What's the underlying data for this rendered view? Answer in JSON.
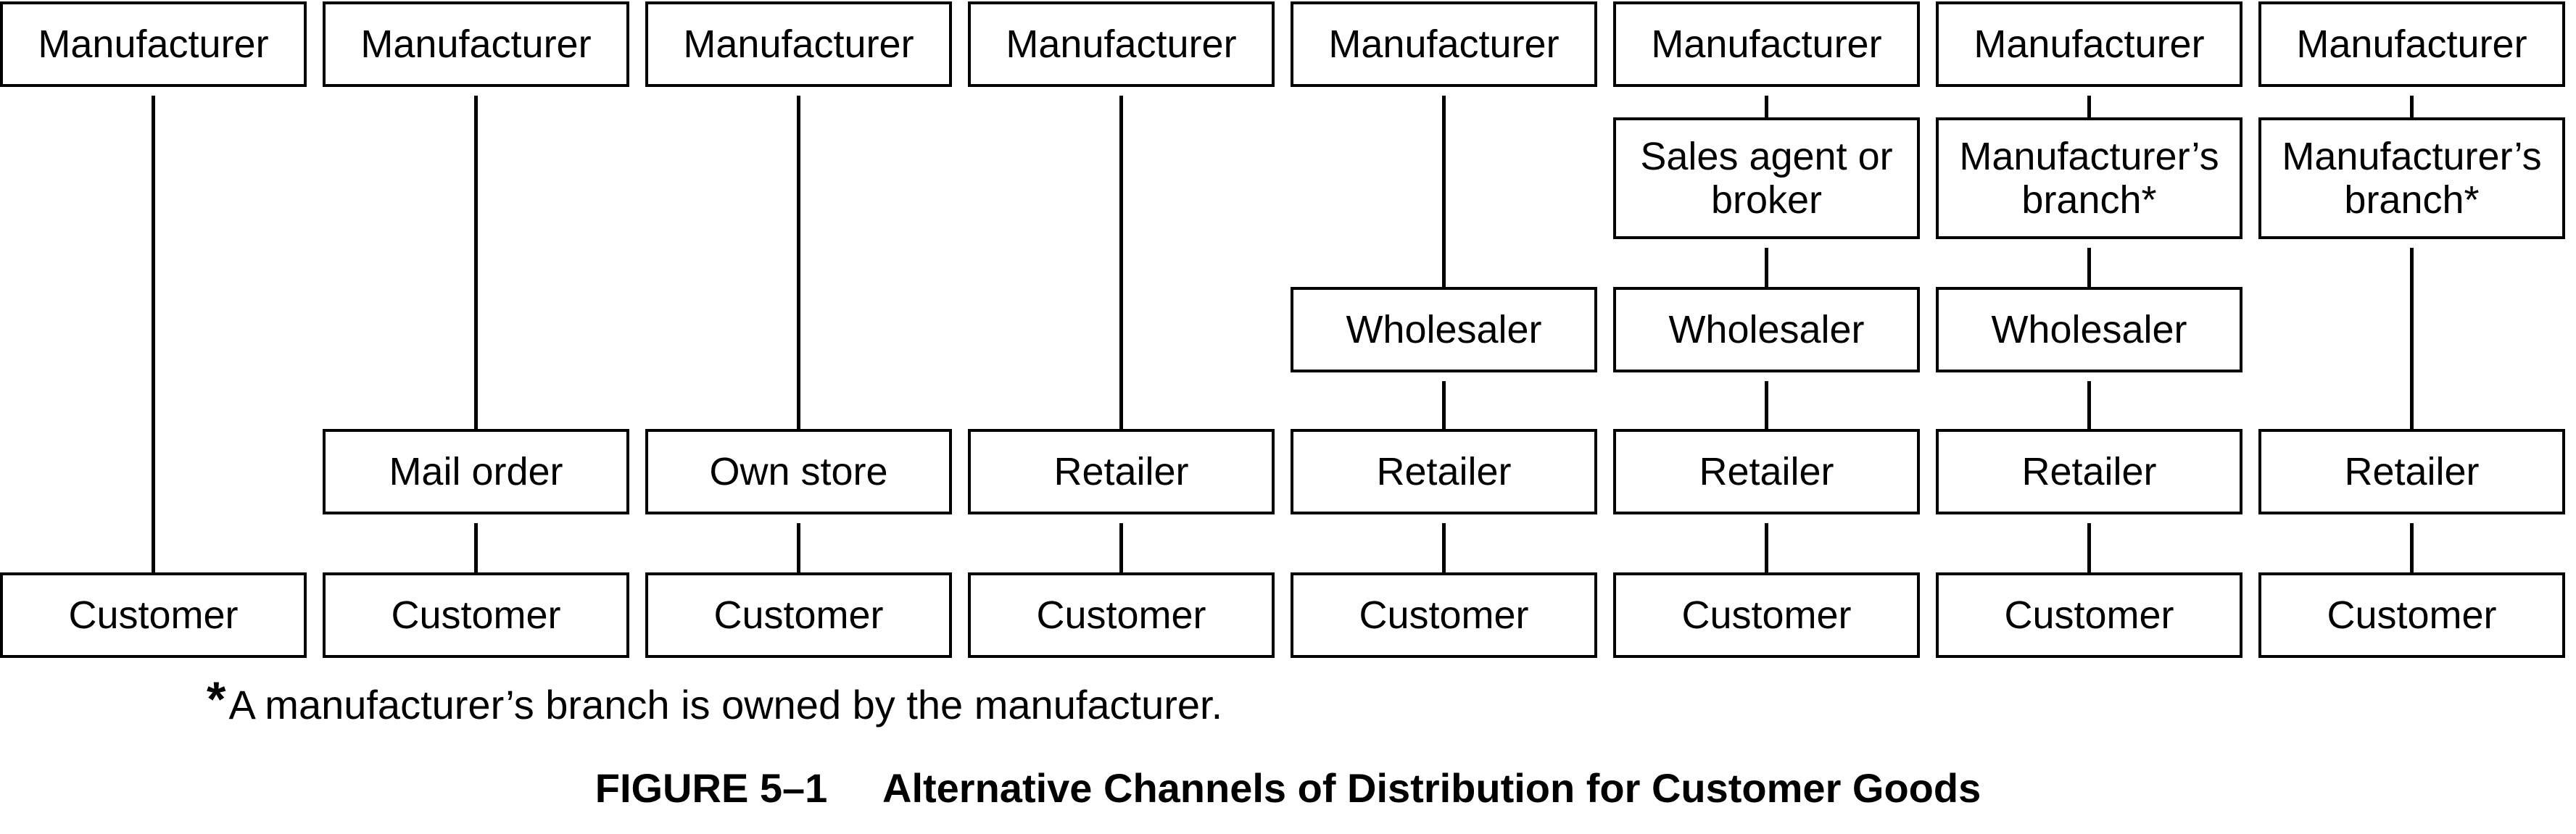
{
  "diagram": {
    "channels": [
      {
        "nodes": [
          "Manufacturer",
          "Customer"
        ]
      },
      {
        "nodes": [
          "Manufacturer",
          "Mail order",
          "Customer"
        ]
      },
      {
        "nodes": [
          "Manufacturer",
          "Own store",
          "Customer"
        ]
      },
      {
        "nodes": [
          "Manufacturer",
          "Retailer",
          "Customer"
        ]
      },
      {
        "nodes": [
          "Manufacturer",
          "Wholesaler",
          "Retailer",
          "Customer"
        ]
      },
      {
        "nodes": [
          "Manufacturer",
          "Sales agent or broker",
          "Wholesaler",
          "Retailer",
          "Customer"
        ]
      },
      {
        "nodes": [
          "Manufacturer",
          "Manufacturer’s branch*",
          "Wholesaler",
          "Retailer",
          "Customer"
        ]
      },
      {
        "nodes": [
          "Manufacturer",
          "Manufacturer’s branch*",
          "Retailer",
          "Customer"
        ]
      }
    ]
  },
  "footnote": {
    "marker": "*",
    "text": "A manufacturer’s branch is owned by the manufacturer."
  },
  "caption": {
    "label": "FIGURE 5–1",
    "title": "Alternative Channels of Distribution for Customer Goods"
  }
}
